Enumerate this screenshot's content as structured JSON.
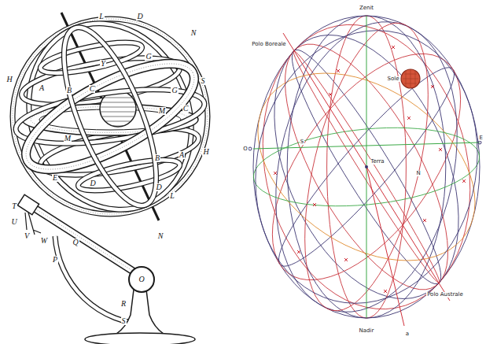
{
  "diagram": {
    "labels": [
      "L",
      "D",
      "N",
      "Y",
      "G",
      "H",
      "S",
      "A",
      "B",
      "C",
      "G",
      "C",
      "M",
      "M",
      "A",
      "B",
      "H",
      "E",
      "D",
      "D",
      "L",
      "T",
      "U",
      "V",
      "W",
      "Q",
      "N",
      "P",
      "O",
      "R",
      "S",
      "Zenit",
      "Polo Boreale",
      "Sole",
      "O",
      "S",
      "E",
      "Terra",
      "N",
      "Polo Australe",
      "Nadir",
      "a"
    ]
  }
}
